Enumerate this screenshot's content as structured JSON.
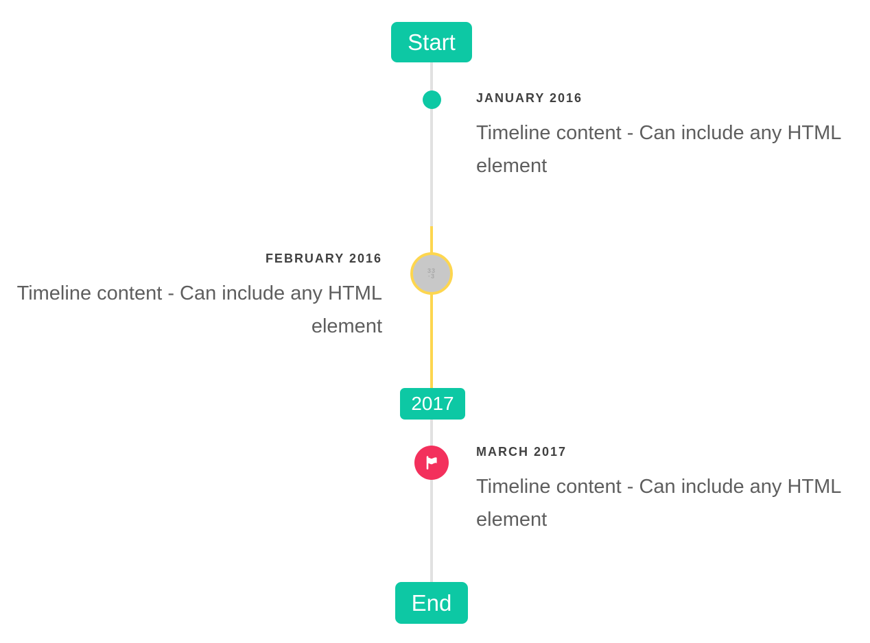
{
  "colors": {
    "primary_teal": "#0dc8a4",
    "highlight_yellow": "#fdd64f",
    "marker_red": "#f3305c",
    "marker_gray": "#c8c8c8",
    "line_gray": "#e1e1e1",
    "title_text": "#404040",
    "body_text": "#5e5e5e",
    "badge_text": "#ffffff"
  },
  "timeline": {
    "start_label": "Start",
    "year_badge": "2017",
    "end_label": "End",
    "items": [
      {
        "title": "JANUARY 2016",
        "content": "Timeline content - Can include any HTML element",
        "side": "right",
        "marker": "dot",
        "marker_color": "#0dc8a4"
      },
      {
        "title": "FEBRUARY 2016",
        "content": "Timeline content - Can include any HTML element",
        "side": "left",
        "marker": "image",
        "marker_color": "#c8c8c8",
        "line_color": "#fdd64f",
        "marker_texture": [
          "33",
          "·3"
        ]
      },
      {
        "title": "MARCH 2017",
        "content": "Timeline content - Can include any HTML element",
        "side": "right",
        "marker": "flag-icon",
        "marker_color": "#f3305c"
      }
    ]
  }
}
